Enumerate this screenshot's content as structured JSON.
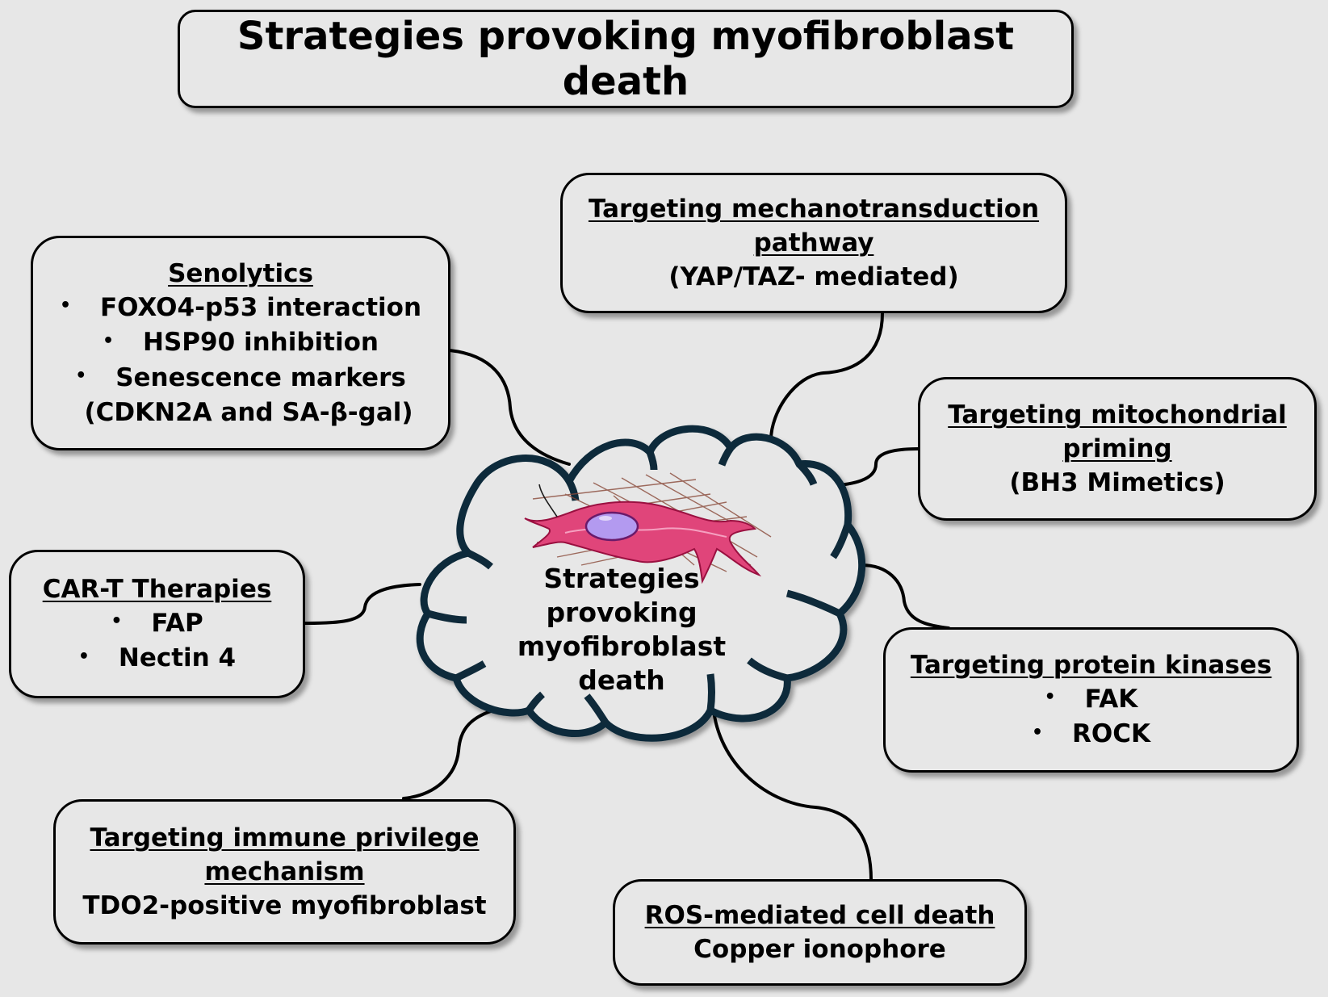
{
  "title": "Strategies provoking myofibroblast death",
  "center": {
    "lines": [
      "Strategies",
      "provoking",
      "myofibroblast",
      "death"
    ],
    "illustration": "myofibroblast-cell-icon"
  },
  "colors": {
    "background": "#e7e7e7",
    "cloud_outline": "#0f2a3a",
    "cell_body": "#e0457a",
    "cell_nucleus": "#b39af0",
    "fibers": "#8a4a3a"
  },
  "boxes": {
    "senolytics": {
      "heading": "Senolytics",
      "items": [
        "FOXO4-p53 interaction",
        "HSP90 inhibition",
        "Senescence markers"
      ],
      "note": "(CDKN2A and SA-β-gal)"
    },
    "mechanotransduction": {
      "heading_lines": [
        "Targeting mechanotransduction",
        "pathway"
      ],
      "note": "(YAP/TAZ- mediated)"
    },
    "mitochondrial": {
      "heading_lines": [
        "Targeting mitochondrial",
        "priming"
      ],
      "note": "(BH3 Mimetics)"
    },
    "cart": {
      "heading": "CAR-T Therapies",
      "items": [
        "FAP",
        "Nectin 4"
      ]
    },
    "kinases": {
      "heading": "Targeting protein kinases",
      "items": [
        "FAK",
        "ROCK"
      ]
    },
    "immune": {
      "heading_lines": [
        "Targeting immune privilege",
        "mechanism"
      ],
      "note": "TDO2-positive myofibroblast"
    },
    "ros": {
      "heading": "ROS-mediated cell death",
      "note": "Copper ionophore"
    }
  },
  "bullet_glyph": "•"
}
